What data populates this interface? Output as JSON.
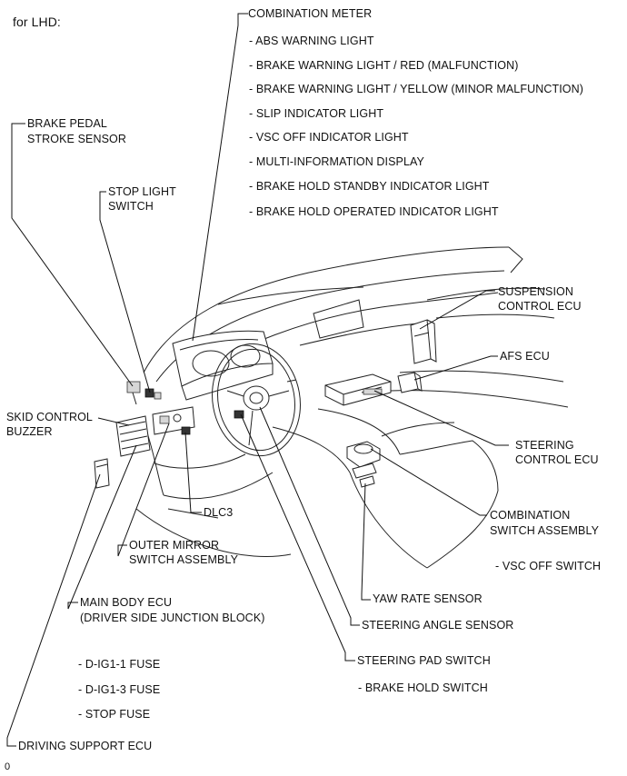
{
  "heading": "for LHD:",
  "footer_code": "0",
  "combination_meter": {
    "title": "COMBINATION METER",
    "items": [
      "- ABS WARNING LIGHT",
      "- BRAKE WARNING LIGHT / RED (MALFUNCTION)",
      "- BRAKE WARNING LIGHT / YELLOW (MINOR MALFUNCTION)",
      "- SLIP INDICATOR LIGHT",
      "- VSC OFF INDICATOR LIGHT",
      "- MULTI-INFORMATION DISPLAY",
      "- BRAKE HOLD STANDBY INDICATOR LIGHT",
      "- BRAKE HOLD OPERATED INDICATOR LIGHT"
    ]
  },
  "labels": {
    "brake_pedal_1": "BRAKE PEDAL",
    "brake_pedal_2": "STROKE SENSOR",
    "stop_light_1": "STOP LIGHT",
    "stop_light_2": "SWITCH",
    "suspension_1": "SUSPENSION",
    "suspension_2": "CONTROL ECU",
    "afs": "AFS ECU",
    "skid_1": "SKID CONTROL",
    "skid_2": "BUZZER",
    "steering_ecu_1": "STEERING",
    "steering_ecu_2": "CONTROL ECU",
    "dlc3": "DLC3",
    "combo_switch_1": "COMBINATION",
    "combo_switch_2": "SWITCH ASSEMBLY",
    "vsc_off_switch": "- VSC OFF SWITCH",
    "outer_mirror_1": "OUTER MIRROR",
    "outer_mirror_2": "SWITCH ASSEMBLY",
    "yaw_rate": "YAW RATE SENSOR",
    "main_body_1": "MAIN BODY ECU",
    "main_body_2": "(DRIVER SIDE JUNCTION BLOCK)",
    "steering_angle": "STEERING ANGLE SENSOR",
    "steering_pad": "STEERING PAD SWITCH",
    "brake_hold_switch": "- BRAKE HOLD SWITCH",
    "fuse_1": "- D-IG1-1 FUSE",
    "fuse_2": "- D-IG1-3 FUSE",
    "fuse_3": "- STOP FUSE",
    "driving_support": "DRIVING SUPPORT ECU"
  }
}
